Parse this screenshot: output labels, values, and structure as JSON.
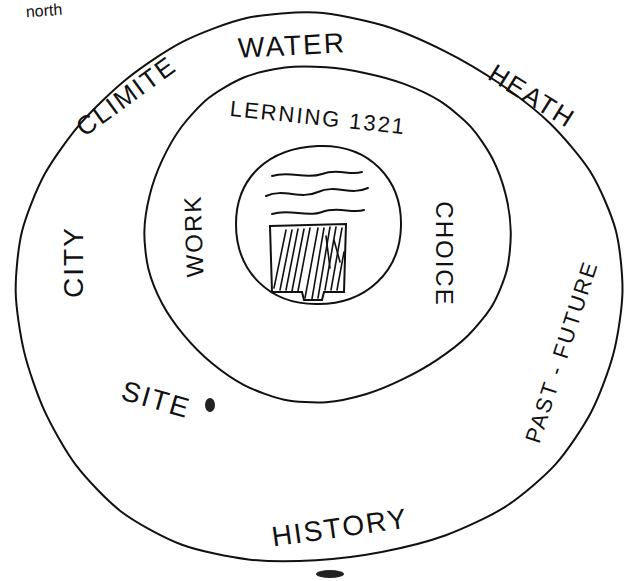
{
  "diagram": {
    "nodes": [
      {
        "text": [
          "WATER",
          "HEATH",
          "CLIMITE",
          "CITY",
          "SITE",
          "HISTORY",
          "PAST - FUTURE"
        ]
      },
      {
        "text": [
          "LERNING 1321",
          "WORK",
          "CHOICE"
        ],
        "in": 0
      }
    ],
    "labels": [
      "north"
    ]
  }
}
